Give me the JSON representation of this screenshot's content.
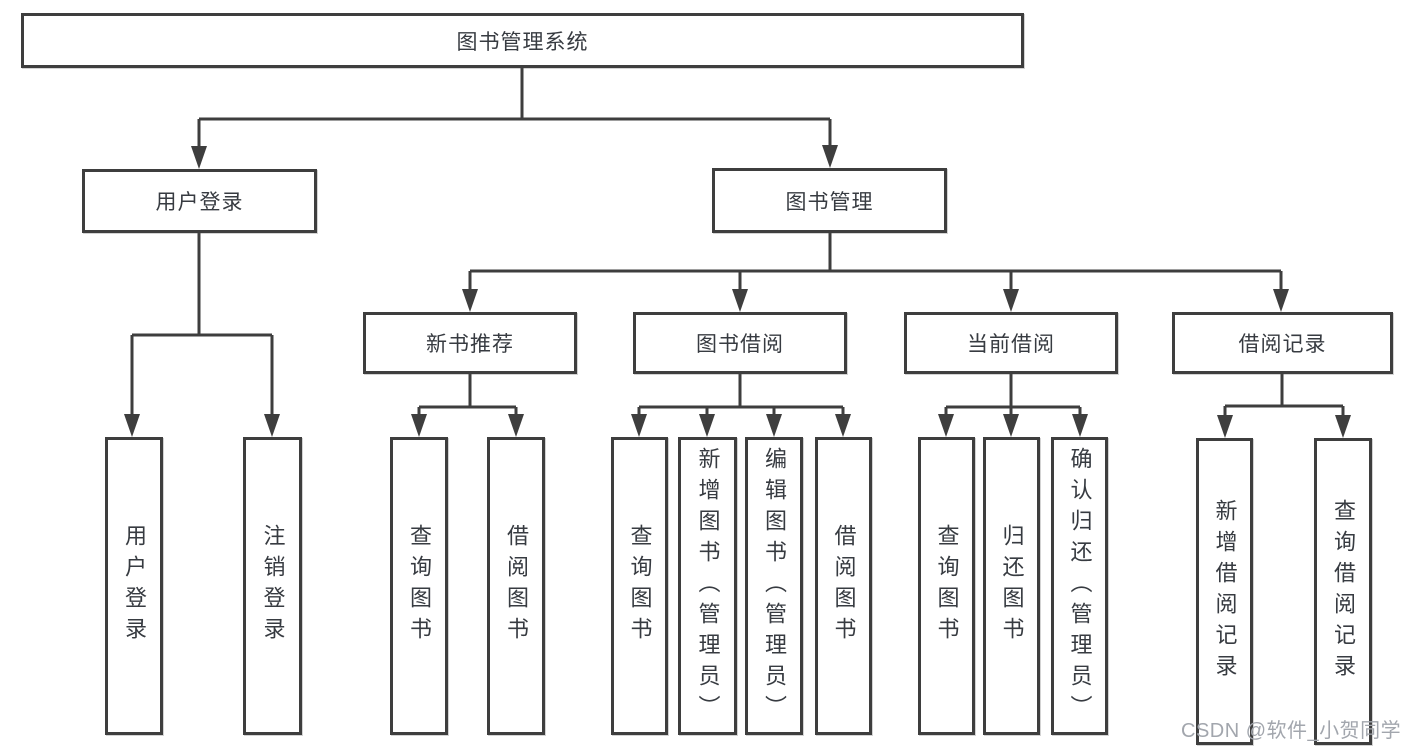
{
  "diagram": {
    "root": {
      "label": "图书管理系统"
    },
    "level2": [
      {
        "label": "用户登录"
      },
      {
        "label": "图书管理"
      }
    ],
    "level3": [
      {
        "label": "新书推荐"
      },
      {
        "label": "图书借阅"
      },
      {
        "label": "当前借阅"
      },
      {
        "label": "借阅记录"
      }
    ],
    "leaves": {
      "user_login": [
        "用户登录",
        "注销登录"
      ],
      "new_books": [
        "查询图书",
        "借阅图书"
      ],
      "book_borrow": [
        "查询图书",
        "新增图书（管理员）",
        "编辑图书（管理员）",
        "借阅图书"
      ],
      "current_borrow": [
        "查询图书",
        "归还图书",
        "确认归还（管理员）"
      ],
      "borrow_records": [
        "新增借阅记录",
        "查询借阅记录"
      ]
    }
  },
  "watermark": "CSDN @软件_小贺同学",
  "colors": {
    "line": "#3e3e3e",
    "text": "#373b41",
    "watermark_gray": "#a2a6ad"
  }
}
